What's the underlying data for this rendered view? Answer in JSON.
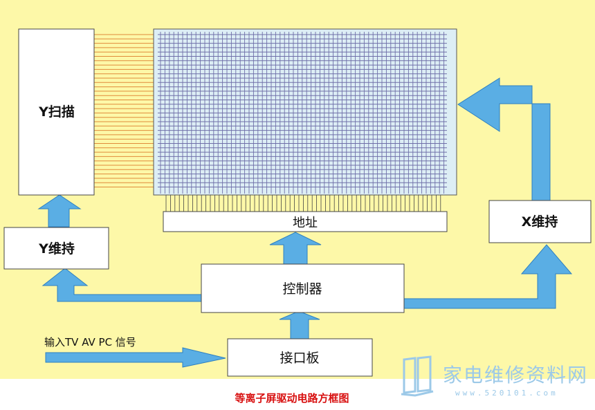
{
  "diagram": {
    "blocks": {
      "y_scan": "Y扫描",
      "y_sustain": "Y维持",
      "address": "地址",
      "controller": "控制器",
      "x_sustain": "X维持",
      "interface_board": "接口板"
    },
    "input_label": "输入TV AV PC 信号",
    "caption": "等离子屏驱动电路方框图"
  },
  "watermark": {
    "site_name": "家电维修资料网",
    "url": "www.520101.com"
  },
  "colors": {
    "background": "#fdf8a8",
    "panel": "#ddeef5",
    "grid_horizontal": "#6e6ea8",
    "grid_vertical": "#6e6ea8",
    "scan_lines": "#e08a3a",
    "arrow": "#5aaee4",
    "arrow_stroke": "#2d7fc0",
    "caption": "#d81010",
    "watermark": "#9cc9e8"
  }
}
